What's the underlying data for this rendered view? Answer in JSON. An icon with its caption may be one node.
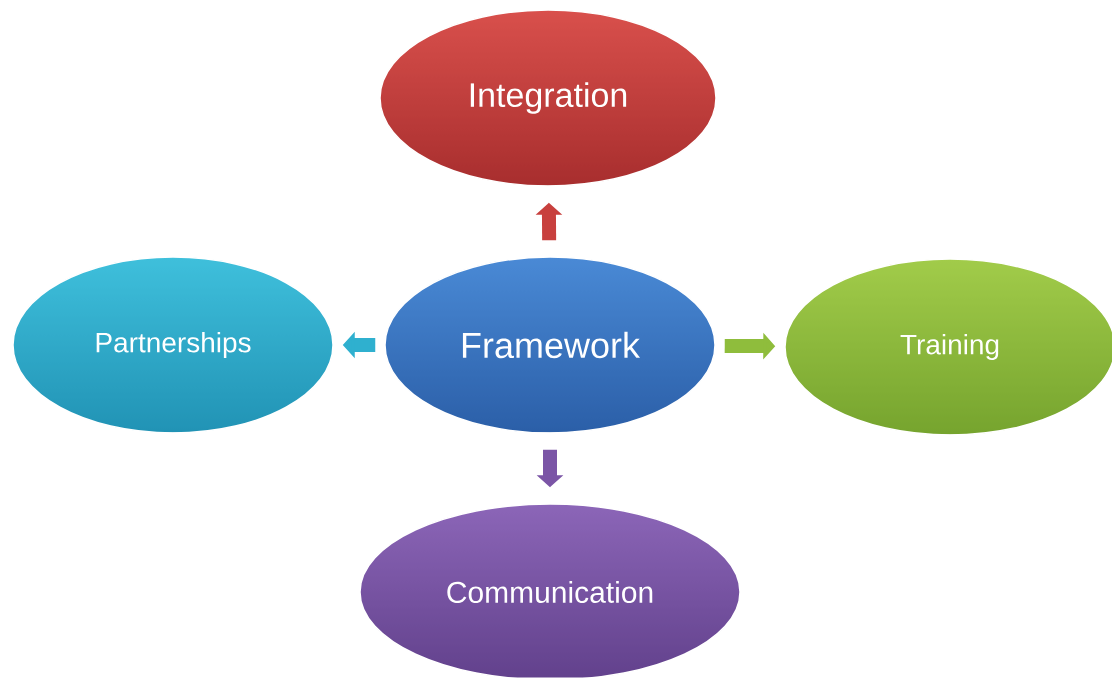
{
  "diagram": {
    "nodes": [
      {
        "text": [
          "Integration"
        ]
      },
      {
        "text": [
          "Partnerships"
        ]
      },
      {
        "text": [
          "Framework"
        ]
      },
      {
        "text": [
          "Training"
        ]
      },
      {
        "text": [
          "Communication"
        ]
      }
    ],
    "edges": [
      {
        "from": 2,
        "to": 0,
        "arrow": "to",
        "color": "#c8403e"
      },
      {
        "from": 2,
        "to": 1,
        "arrow": "to",
        "color": "#2fb0cf"
      },
      {
        "from": 2,
        "to": 3,
        "arrow": "to",
        "color": "#8fbd3c"
      },
      {
        "from": 2,
        "to": 4,
        "arrow": "to",
        "color": "#7b55a6"
      }
    ]
  }
}
